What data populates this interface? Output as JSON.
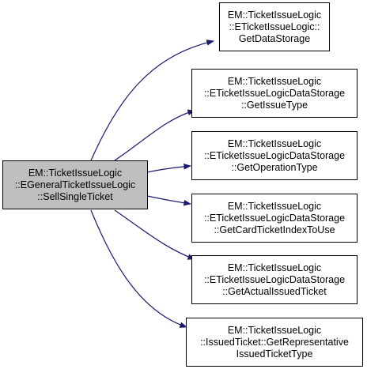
{
  "source": {
    "lines": [
      "EM::TicketIssueLogic",
      "::EGeneralTicketIssueLogic",
      "::SellSingleTicket"
    ]
  },
  "targets": [
    {
      "lines": [
        "EM::TicketIssueLogic",
        "::ETicketIssueLogic::",
        "GetDataStorage"
      ]
    },
    {
      "lines": [
        "EM::TicketIssueLogic",
        "::ETicketIssueLogicDataStorage",
        "::GetIssueType"
      ]
    },
    {
      "lines": [
        "EM::TicketIssueLogic",
        "::ETicketIssueLogicDataStorage",
        "::GetOperationType"
      ]
    },
    {
      "lines": [
        "EM::TicketIssueLogic",
        "::ETicketIssueLogicDataStorage",
        "::GetCardTicketIndexToUse"
      ]
    },
    {
      "lines": [
        "EM::TicketIssueLogic",
        "::ETicketIssueLogicDataStorage",
        "::GetActualIssuedTicket"
      ]
    },
    {
      "lines": [
        "EM::TicketIssueLogic",
        "::IssuedTicket::GetRepresentative",
        "IssuedTicketType"
      ]
    }
  ],
  "colors": {
    "edge": "#191970",
    "current_fill": "#bfbfbf"
  }
}
